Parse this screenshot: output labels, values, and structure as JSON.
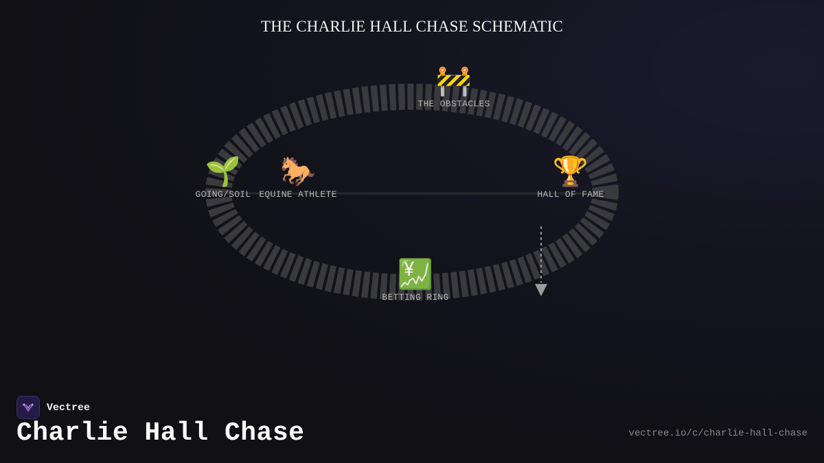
{
  "diagram": {
    "title": "THE CHARLIE HALL CHASE SCHEMATIC",
    "nodes": [
      {
        "key": "soil",
        "icon": "seedling-icon",
        "glyph": "🌱",
        "label": "GOING/SOIL"
      },
      {
        "key": "horse",
        "icon": "horse-icon",
        "glyph": "🐎",
        "label": "EQUINE ATHLETE"
      },
      {
        "key": "obstacles",
        "icon": "construction-barrier-icon",
        "glyph": "🚧",
        "label": "THE OBSTACLES"
      },
      {
        "key": "fame",
        "icon": "trophy-icon",
        "glyph": "🏆",
        "label": "HALL OF FAME"
      },
      {
        "key": "betting",
        "icon": "yen-chart-icon",
        "glyph": "💹",
        "label": "BETTING RING"
      }
    ]
  },
  "brand": {
    "name": "Vectree",
    "logo_icon": "vectree-logo-icon"
  },
  "page": {
    "heading": "Charlie Hall Chase",
    "url": "vectree.io/c/charlie-hall-chase"
  },
  "colors": {
    "background": "#101015",
    "track": "#3a3a3e",
    "text_muted": "#b8b8b8",
    "brand_accent": "#9b6bd8"
  }
}
